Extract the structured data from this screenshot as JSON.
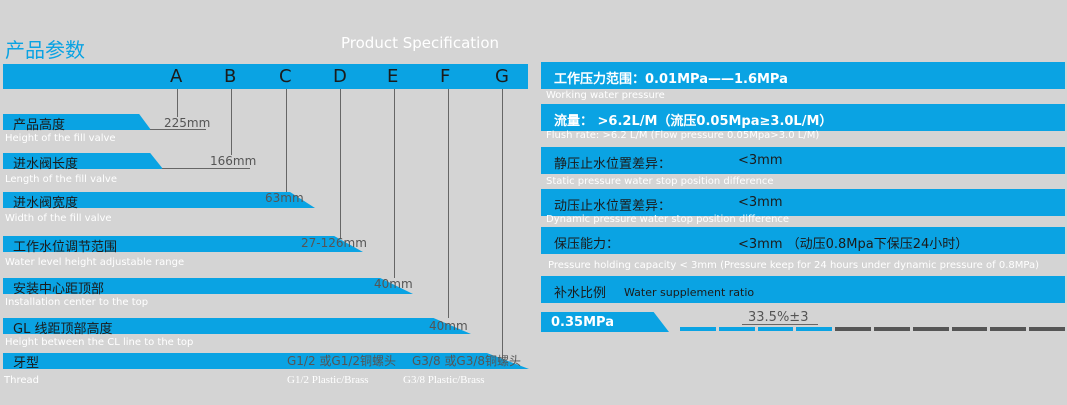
{
  "header": {
    "title_cn": "产品参数",
    "title_en": "Product Specification"
  },
  "letters": [
    "A",
    "B",
    "C",
    "D",
    "E",
    "F",
    "G"
  ],
  "left_rows": [
    {
      "label": "产品高度",
      "en": "Height of the fill valve",
      "value": "225mm"
    },
    {
      "label": "进水阀长度",
      "en": "Length of the fill valve",
      "value": "166mm"
    },
    {
      "label": "进水阀宽度",
      "en": "Width of the fill valve",
      "value": "63mm"
    },
    {
      "label": "工作水位调节范围",
      "en": "Water level height adjustable range",
      "value": "27-126mm"
    },
    {
      "label": "安装中心距顶部",
      "en": "Installation center to the top",
      "value": "40mm"
    },
    {
      "label": "GL 线距顶部高度",
      "en": "Height between the CL line to the top",
      "value": "40mm"
    },
    {
      "label": "牙型",
      "en": "Thread",
      "value_a": "G1/2 或G1/2铜螺头",
      "value_b": "G3/8 或G3/8铜螺头",
      "en_a": "G1/2 Plastic/Brass",
      "en_b": "G3/8 Plastic/Brass"
    }
  ],
  "right_rows": [
    {
      "label": "工作压力范围：0.01MPa——1.6MPa",
      "en": "Working water pressure"
    },
    {
      "label": "流量：  >6.2L/M（流压0.05Mpa≥3.0L/M）",
      "en": "Flush rate: >6.2 L/M (Flow pressure 0.05Mpa>3.0 L/M)"
    },
    {
      "label": "静压止水位置差异：",
      "value": "<3mm",
      "en": "Static pressure water stop position difference"
    },
    {
      "label": "动压止水位置差异：",
      "value": "<3mm",
      "en": "Dynamic pressure water stop position difference"
    },
    {
      "label": "保压能力：",
      "value": "<3mm  （动压0.8Mpa下保压24小时）",
      "en": "Pressure holding capacity  <  3mm (Pressure keep for 24 hours under dynamic pressure of 0.8MPa)"
    },
    {
      "label": "补水比例",
      "en": "Water supplement ratio"
    }
  ],
  "ratio": {
    "pressure": "0.35MPa",
    "value": "33.5%±3",
    "fraction": 0.335
  },
  "colors": {
    "accent": "#0aa3e3",
    "background": "#d4d4d4",
    "text_dark": "#1b1b1b",
    "scale_dark": "#555555"
  }
}
